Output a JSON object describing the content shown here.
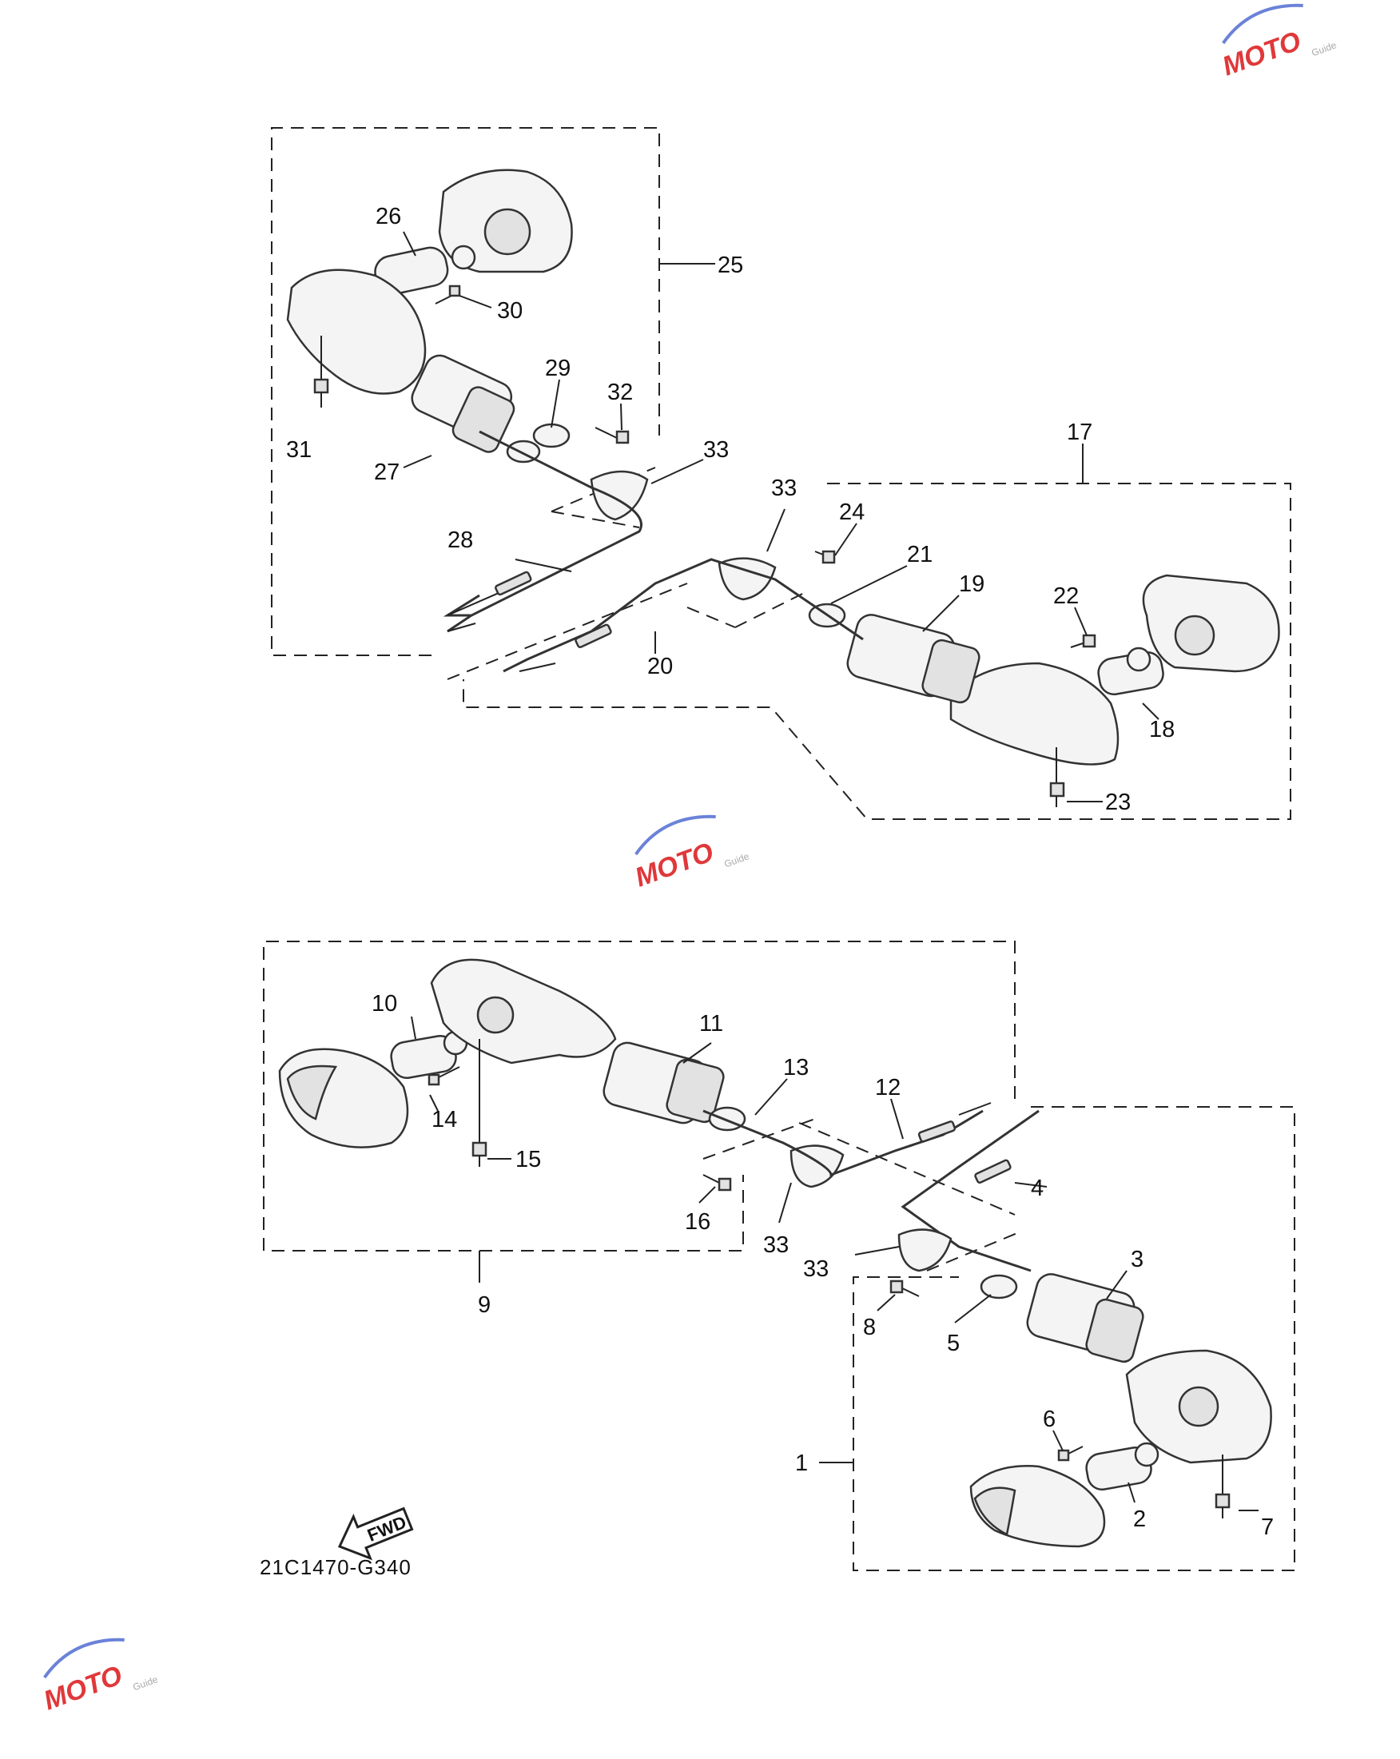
{
  "diagram": {
    "code": "21C1470-G340",
    "fwd_label": "FWD",
    "callouts": {
      "c1": "1",
      "c2": "2",
      "c3": "3",
      "c4": "4",
      "c5": "5",
      "c6": "6",
      "c7": "7",
      "c8": "8",
      "c9": "9",
      "c10": "10",
      "c11": "11",
      "c12": "12",
      "c13": "13",
      "c14": "14",
      "c15": "15",
      "c16": "16",
      "c17": "17",
      "c18": "18",
      "c19": "19",
      "c20": "20",
      "c21": "21",
      "c22": "22",
      "c23": "23",
      "c24": "24",
      "c25": "25",
      "c26": "26",
      "c27": "27",
      "c28": "28",
      "c29": "29",
      "c30": "30",
      "c31": "31",
      "c32": "32",
      "c33a": "33",
      "c33b": "33",
      "c33c": "33",
      "c33d": "33"
    }
  },
  "colors": {
    "ink": "#222222",
    "watermark_red": "#e0383a",
    "watermark_blue": "#4a6fd0"
  }
}
